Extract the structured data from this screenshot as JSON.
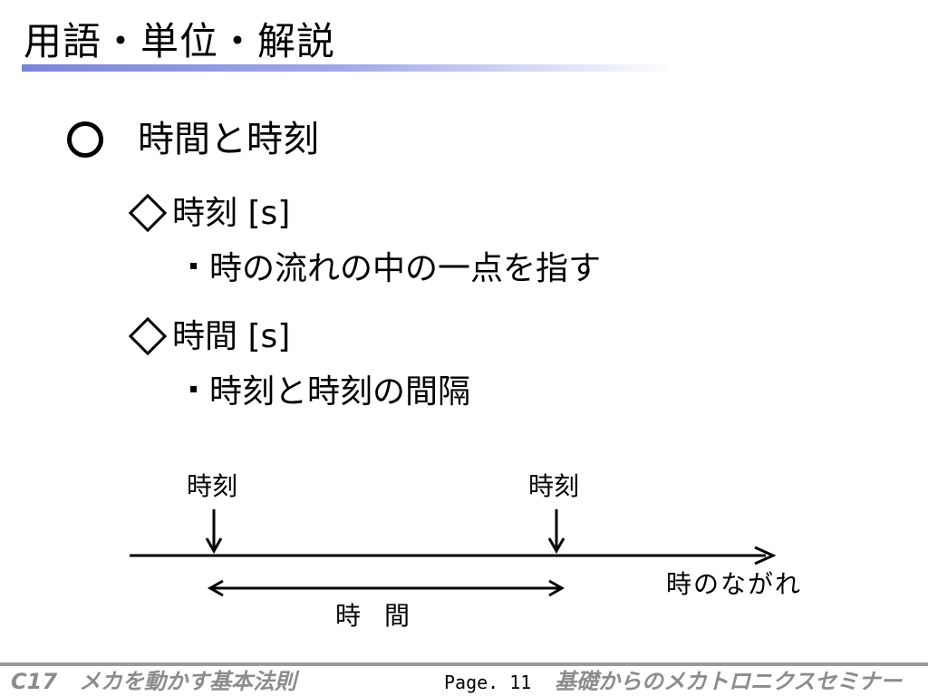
{
  "slide": {
    "title": "用語・単位・解説",
    "heading": "時間と時刻",
    "items": [
      {
        "label": "時刻 [s]",
        "description": "時の流れの中の一点を指す"
      },
      {
        "label": "時間 [s]",
        "description": "時刻と時刻の間隔"
      }
    ]
  },
  "diagram": {
    "moment_label_left": "時刻",
    "moment_label_right": "時刻",
    "axis_label": "時のながれ",
    "interval_label": "時間"
  },
  "footer": {
    "left": "C17　メカを動かす基本法則",
    "page": "Page. 11",
    "right": "基礎からのメカトロニクスセミナー"
  },
  "colors": {
    "title_underline": "#7c84d8",
    "footer_text": "#8c8c8c",
    "footer_line": "#9a9a9a"
  }
}
